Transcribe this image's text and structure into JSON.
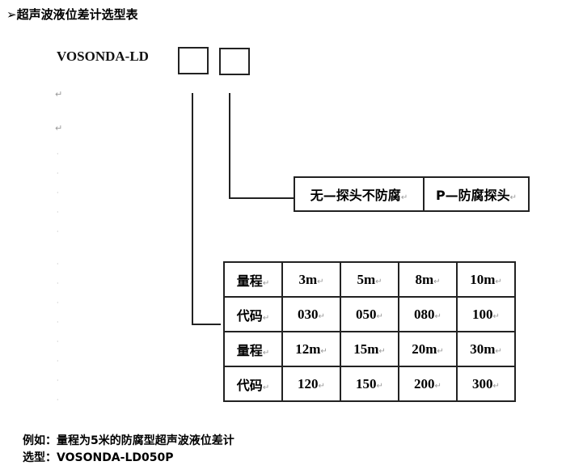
{
  "title": "➢超声波液位差计选型表",
  "model_prefix": "VOSONDA-LD",
  "return_mark": "↵",
  "options": [
    {
      "label": "无—探头不防腐"
    },
    {
      "label": "P—防腐探头"
    }
  ],
  "range_table": {
    "rows": [
      {
        "header": "量程",
        "cells": [
          "3m",
          "5m",
          "8m",
          "10m"
        ]
      },
      {
        "header": "代码",
        "cells": [
          "030",
          "050",
          "080",
          "100"
        ]
      },
      {
        "header": "量程",
        "cells": [
          "12m",
          "15m",
          "20m",
          "30m"
        ]
      },
      {
        "header": "代码",
        "cells": [
          "120",
          "150",
          "200",
          "300"
        ]
      }
    ]
  },
  "example": {
    "line1": "例如：量程为5米的防腐型超声波液位差计",
    "line2": "选型：VOSONDA-LD050P"
  }
}
